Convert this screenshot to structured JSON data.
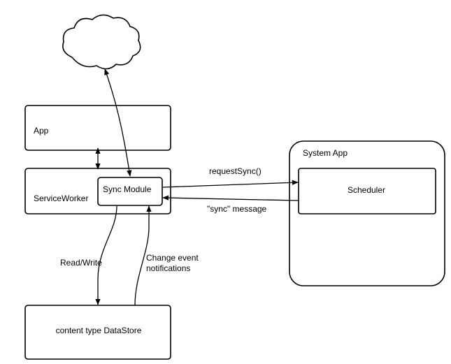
{
  "diagram": {
    "nodes": {
      "cloud": {
        "label": ""
      },
      "app": {
        "label": "App"
      },
      "service_worker": {
        "label": "ServiceWorker"
      },
      "sync_module": {
        "label": "Sync Module"
      },
      "system_app": {
        "label": "System App"
      },
      "scheduler": {
        "label": "Scheduler"
      },
      "datastore": {
        "label": "content type DataStore"
      }
    },
    "edges": {
      "request_sync": {
        "label": "requestSync()"
      },
      "sync_message": {
        "label": "\"sync\" message"
      },
      "read_write": {
        "label": "Read/Write"
      },
      "change_event_line1": {
        "label": "Change event"
      },
      "change_event_line2": {
        "label": "notifications"
      }
    },
    "colors": {
      "stroke": "#000000",
      "fill": "#ffffff"
    }
  }
}
